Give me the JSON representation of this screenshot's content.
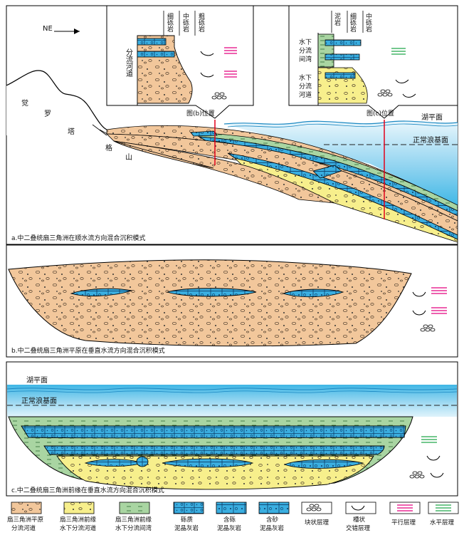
{
  "compass": {
    "label": "NE"
  },
  "panel_a": {
    "caption": "a.中二叠统扇三角洲在顺水流方向混合沉积模式",
    "mountain_label": "觉罗塔格山",
    "lake_level_label": "湖平面",
    "wave_base_label": "正常浪基面",
    "inset_b": {
      "ref_label": "图(b)位置",
      "columns": [
        "细砾岩",
        "中砾岩",
        "粗砾岩"
      ],
      "unit_label": "分流河道"
    },
    "inset_c": {
      "ref_label": "图(c)位置",
      "columns": [
        "泥岩",
        "细砾岩",
        "中砾岩"
      ],
      "unit_top": "水下分流间湾",
      "unit_bottom": "水下分流河道"
    }
  },
  "panel_b": {
    "caption": "b.中二叠统扇三角洲平原在垂直水流方向混合沉积模式"
  },
  "panel_c": {
    "caption": "c.中二叠统扇三角洲前缘在垂直水流方向混合沉积模式",
    "lake_level_label": "湖平面",
    "wave_base_label": "正常浪基面"
  },
  "legend": [
    {
      "label": "扇三角洲平原分流河道"
    },
    {
      "label": "扇三角洲前缘水下分流河道"
    },
    {
      "label": "扇三角洲前缘水下分流间湾"
    },
    {
      "label": "砾质泥晶灰岩"
    },
    {
      "label": "含砾泥晶灰岩"
    },
    {
      "label": "含砂泥晶灰岩"
    },
    {
      "label": "块状层理"
    },
    {
      "label": "槽状交错层理"
    },
    {
      "label": "平行层理"
    },
    {
      "label": "水平层理"
    }
  ],
  "colors": {
    "plain_fill": "#f2c79b",
    "front_fill": "#f7ef8c",
    "bay_fill": "#a9d5a2",
    "limestone_fill": "#3aaee0",
    "lake_top": "#e8f6fc",
    "lake_bottom": "#41b8e6",
    "parallel_bedding": "#e4007f",
    "horizontal_bedding": "#22a84a"
  }
}
